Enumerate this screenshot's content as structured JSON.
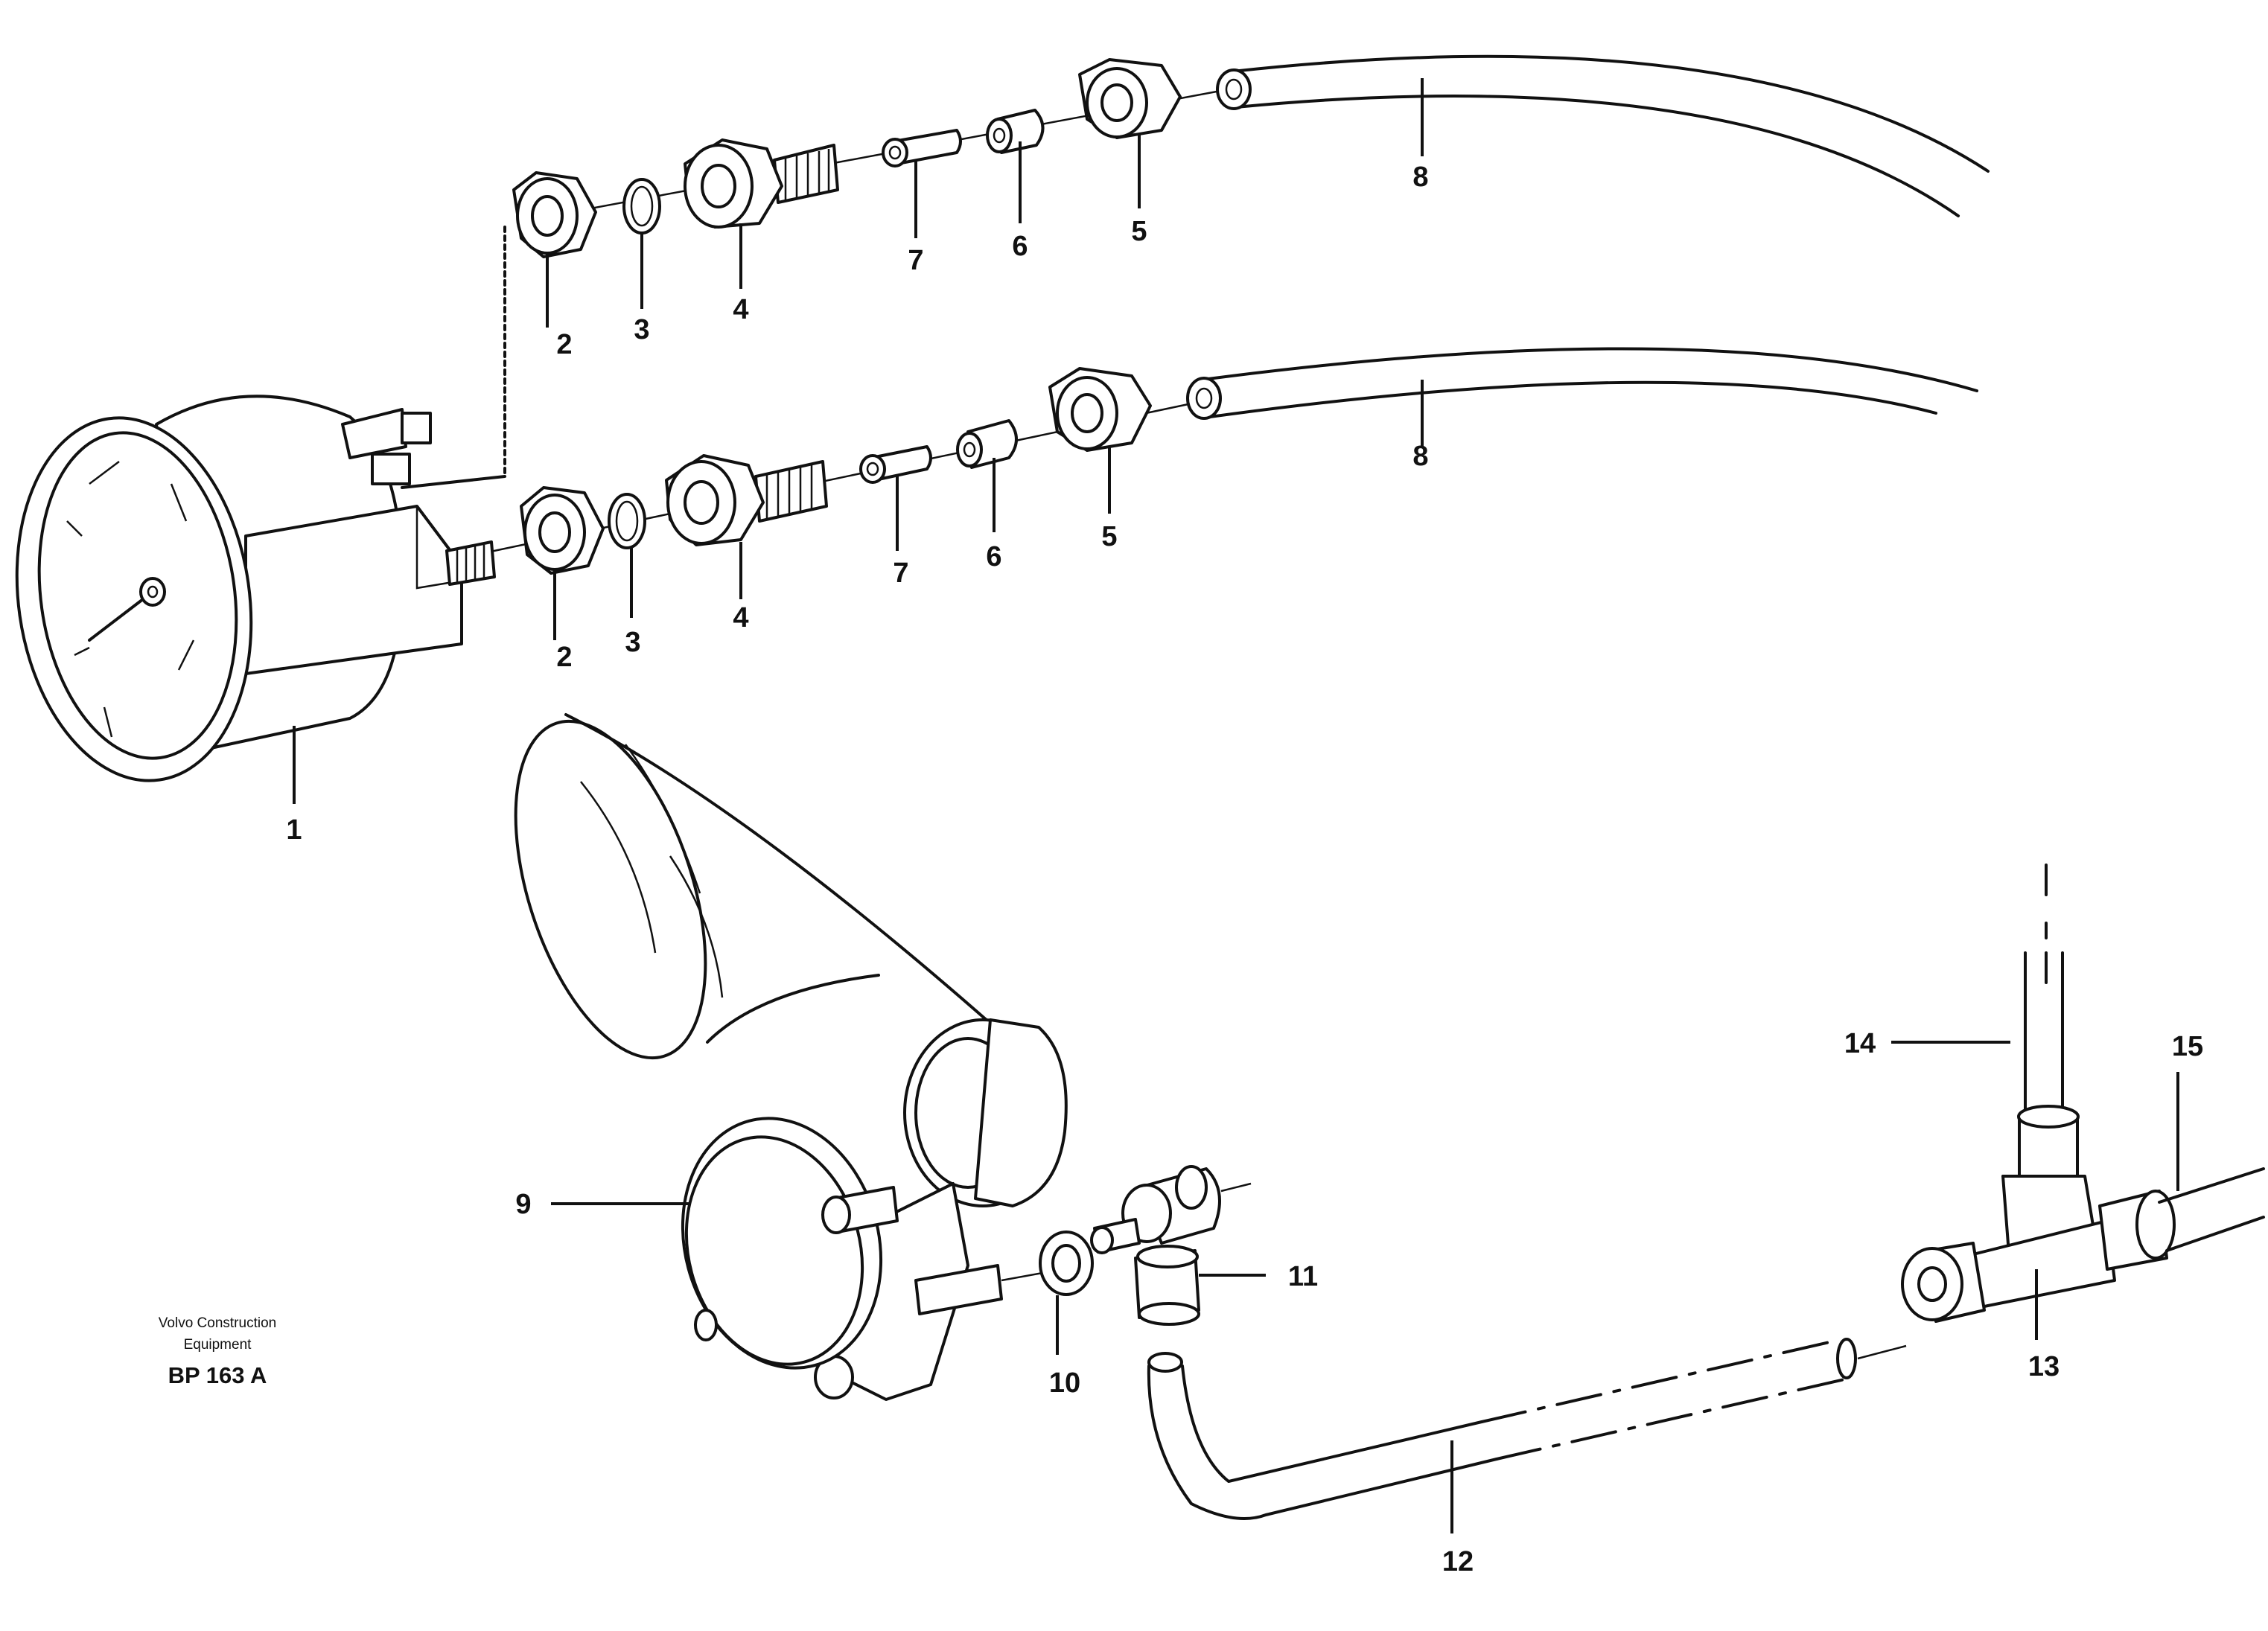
{
  "callouts": {
    "c1": "1",
    "c2a": "2",
    "c2b": "2",
    "c3a": "3",
    "c3b": "3",
    "c4a": "4",
    "c4b": "4",
    "c5a": "5",
    "c5b": "5",
    "c6a": "6",
    "c6b": "6",
    "c7a": "7",
    "c7b": "7",
    "c8a": "8",
    "c8b": "8",
    "c9": "9",
    "c10": "10",
    "c11": "11",
    "c12": "12",
    "c13": "13",
    "c14": "14",
    "c15": "15"
  },
  "caption": {
    "line1": "Volvo Construction",
    "line2": "Equipment",
    "code": "BP 163 A"
  }
}
